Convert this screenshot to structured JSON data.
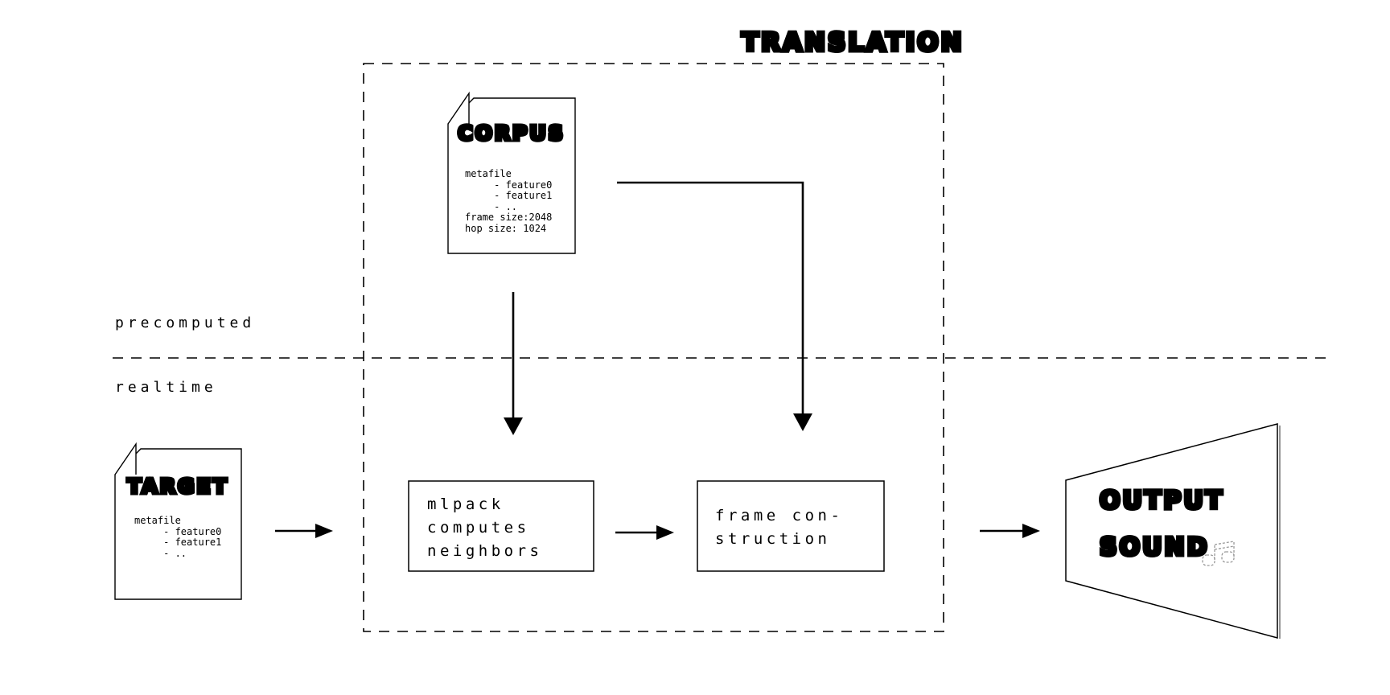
{
  "diagram": {
    "title": "TRANSLATION",
    "phase_labels": {
      "precomputed": "precomputed",
      "realtime": "realtime"
    },
    "corpus_file": {
      "title": "CORPUS",
      "body": "metafile\n     - feature0\n     - feature1\n     - ..\nframe size:2048\nhop size: 1024"
    },
    "target_file": {
      "title": "TARGET",
      "body": "metafile\n     - feature0\n     - feature1\n     - .."
    },
    "mlpack_box": {
      "label": "mlpack\ncomputes\nneighbors"
    },
    "frame_box": {
      "label": "frame con-\nstruction"
    },
    "output": {
      "line1": "OUTPUT",
      "line2": "SOUND",
      "icon": "music-notes-icon"
    },
    "colors": {
      "ink": "#000000",
      "background": "#ffffff",
      "shadow": "#999999"
    }
  }
}
